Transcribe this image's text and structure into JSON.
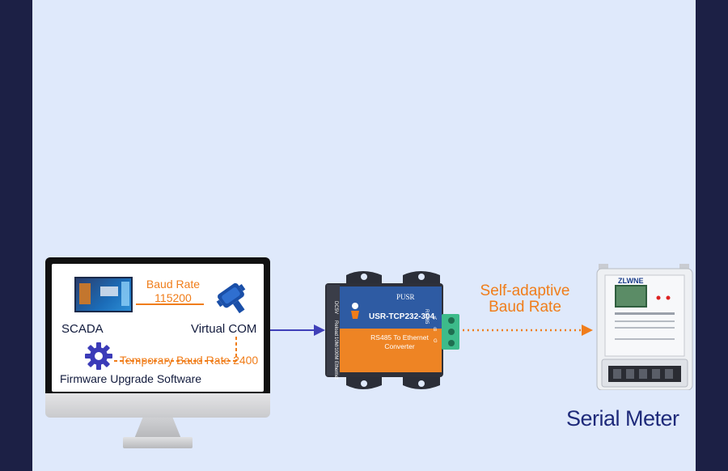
{
  "colors": {
    "page_border": "#1c2045",
    "panel_background": "#dfe9fb",
    "accent_orange": "#f07d1a",
    "arrow_blue": "#3f3fb8",
    "dark_navy_text": "#1e2a7a",
    "converter_blue": "#2e5ba3",
    "converter_orange": "#ee8424",
    "terminal_green": "#3dbb8a"
  },
  "computer": {
    "scada_label": "SCADA",
    "virtual_com_label": "Virtual COM",
    "baud_rate_label": "Baud Rate",
    "baud_rate_value": "115200",
    "temporary_baud_label": "Temporary Baud Rate 2400",
    "firmware_label": "Firmware Upgrade Software",
    "icons": [
      "scada-screenshot",
      "serial-connector-icon",
      "gear-icon"
    ]
  },
  "converter": {
    "brand": "PUSR",
    "model": "USR-TCP232-304",
    "description_line1": "RS485 To Ethernet",
    "description_line2": "Converter",
    "port_dc": "DC5V",
    "port_reload": "Reload",
    "port_ethernet": "10M/100M Ethernet",
    "port_rs485": "RS485",
    "terminal_a": "A",
    "terminal_b": "B",
    "terminal_g": "G"
  },
  "link": {
    "label_line1": "Self-adaptive",
    "label_line2": "Baud Rate"
  },
  "meter": {
    "brand": "ZLWNE",
    "title": "Serial Meter"
  }
}
